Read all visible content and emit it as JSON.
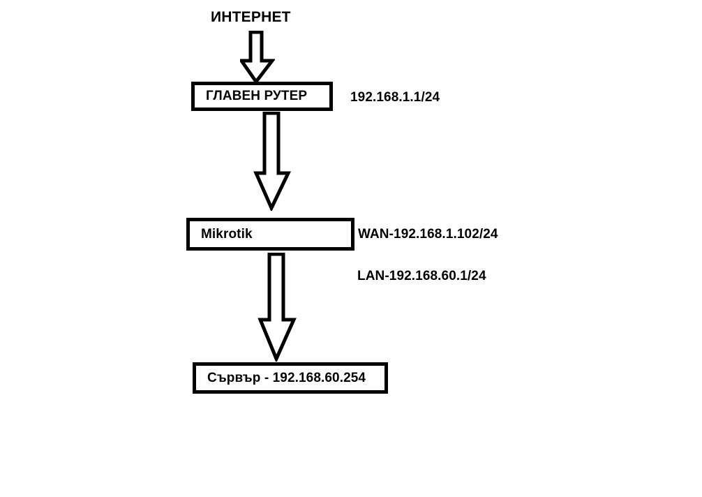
{
  "diagram": {
    "title_text": "ИНТЕРНЕТ",
    "background_color": "#ffffff",
    "stroke_color": "#000000",
    "nodes": [
      {
        "id": "internet",
        "label": "ИНТЕРНЕТ",
        "kind": "text-heading"
      },
      {
        "id": "main-router",
        "label": "ГЛАВЕН РУТЕР",
        "kind": "box"
      },
      {
        "id": "mikrotik",
        "label": "Mikrotik",
        "kind": "box"
      },
      {
        "id": "server",
        "label": "Сървър - 192.168.60.254",
        "kind": "box"
      }
    ],
    "annotations": [
      {
        "id": "main-router-ip",
        "text": "192.168.1.1/24",
        "attached_to": "main-router"
      },
      {
        "id": "mikrotik-wan",
        "text": "WAN-192.168.1.102/24",
        "attached_to": "mikrotik"
      },
      {
        "id": "mikrotik-lan",
        "text": "LAN-192.168.60.1/24",
        "attached_to": "mikrotik"
      }
    ],
    "connectors": [
      {
        "id": "internet-to-main-router",
        "from": "internet",
        "to": "main-router",
        "style": "block-arrow-down"
      },
      {
        "id": "main-router-to-mikrotik",
        "from": "main-router",
        "to": "mikrotik",
        "style": "block-arrow-down"
      },
      {
        "id": "mikrotik-to-server",
        "from": "mikrotik",
        "to": "server",
        "style": "block-arrow-down"
      }
    ]
  }
}
